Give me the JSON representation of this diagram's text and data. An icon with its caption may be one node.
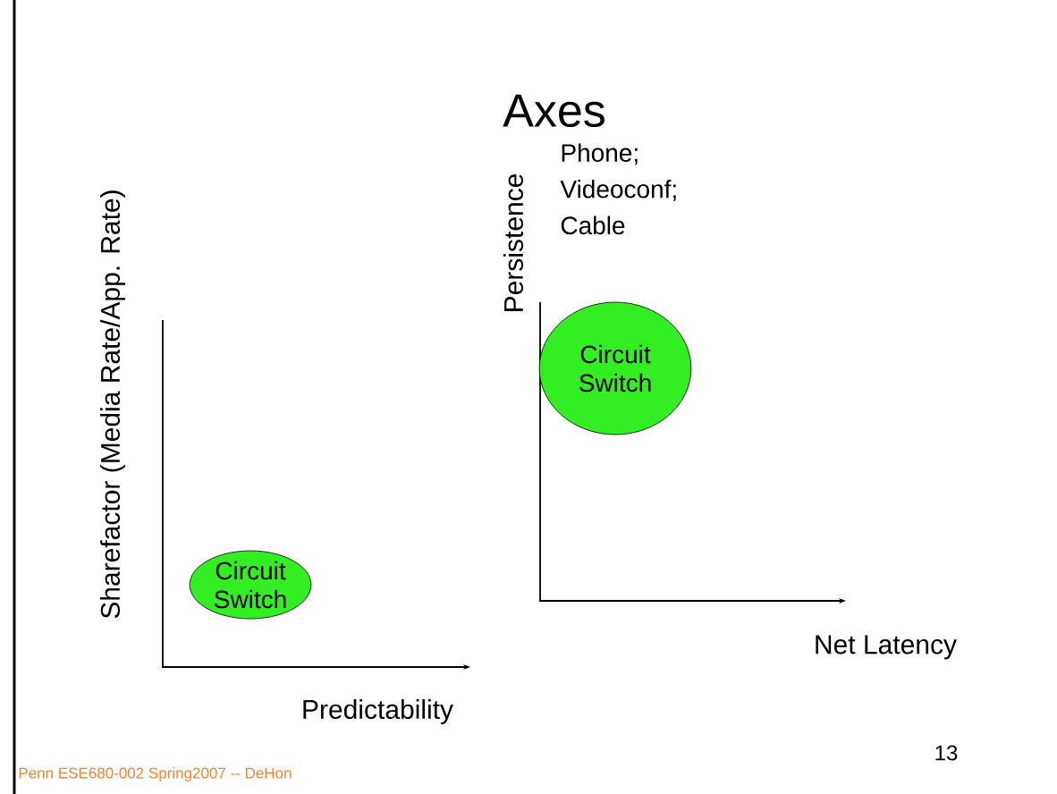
{
  "diagram": {
    "title": "Axes",
    "nodes": [
      {
        "text": [
          "Circuit Switch"
        ]
      },
      {
        "text": [
          "Circuit Switch"
        ]
      }
    ],
    "labels": [
      "Sharefactor (Media Rate/App. Rate)",
      "Predictability",
      "Phone; Videoconf; Cable",
      "Persistence",
      "Net Latency",
      "13",
      "Penn ESE680-002 Spring2007 -- DeHon"
    ]
  }
}
